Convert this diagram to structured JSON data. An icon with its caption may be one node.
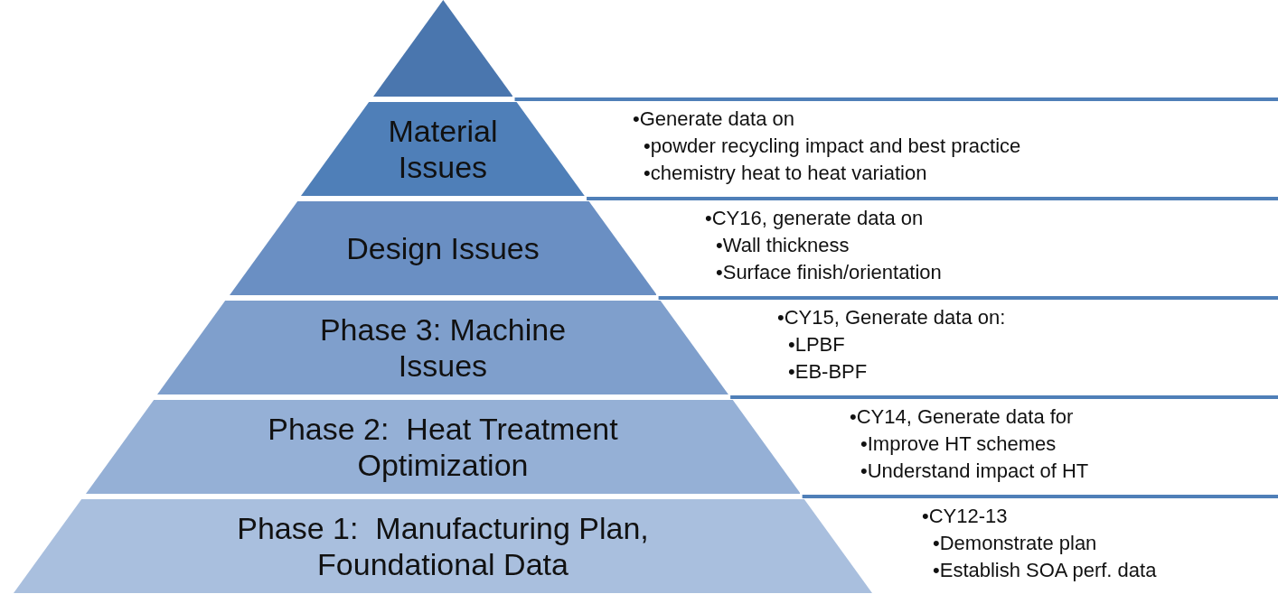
{
  "diagram": {
    "nodes": [
      {
        "text": [],
        "shape": "triangle"
      },
      {
        "text": [
          "Material Issues"
        ],
        "beside": [
          "•Generate data on",
          "•powder recycling impact and best practice",
          "•chemistry heat to heat variation"
        ]
      },
      {
        "text": [
          "Design Issues"
        ],
        "beside": [
          "•CY16, generate data on",
          "•Wall thickness",
          "•Surface finish/orientation"
        ]
      },
      {
        "text": [
          "Phase 3: Machine Issues"
        ],
        "beside": [
          "•CY15, Generate data on:",
          "•LPBF",
          "•EB-BPF"
        ]
      },
      {
        "text": [
          "Phase 2:  Heat Treatment Optimization"
        ],
        "beside": [
          "•CY14, Generate data for",
          "•Improve HT schemes",
          "•Understand impact of HT"
        ]
      },
      {
        "text": [
          "Phase 1:  Manufacturing Plan, Foundational Data"
        ],
        "beside": [
          "•CY12-13",
          "•Demonstrate plan",
          "•Establish SOA perf. data"
        ]
      }
    ],
    "edges": []
  }
}
